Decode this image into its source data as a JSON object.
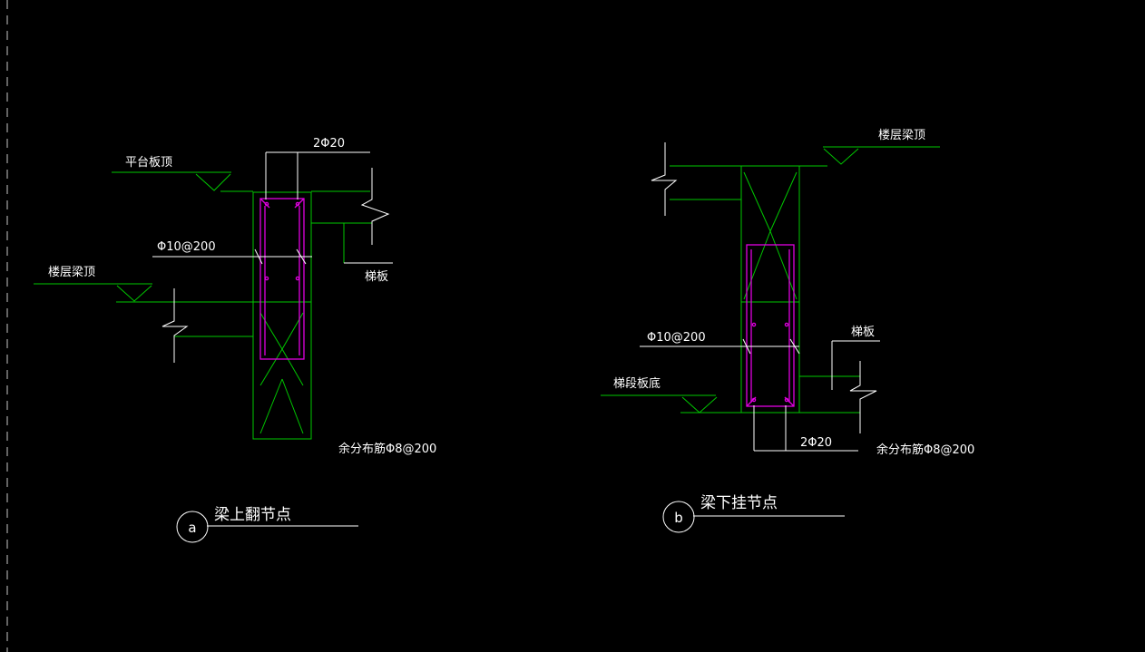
{
  "colors": {
    "background": "#000000",
    "concrete": "#00c800",
    "rebar": "#e000e0",
    "annotation": "#ffffff",
    "dashed_border": "#c8c8c8"
  },
  "detail_a": {
    "circle_mark": "a",
    "title": "梁上翻节点",
    "label_platform_top": "平台板顶",
    "label_floor_beam_top": "楼层梁顶",
    "label_top_bars": "2Φ20",
    "label_stirrups": "Φ10@200",
    "label_stair_slab": "梯板",
    "label_distribution": "余分布筋Φ8@200"
  },
  "detail_b": {
    "circle_mark": "b",
    "title": "梁下挂节点",
    "label_floor_beam_top": "楼层梁顶",
    "label_stirrups": "Φ10@200",
    "label_stair_slab": "梯板",
    "label_flight_bottom": "梯段板底",
    "label_bottom_bars": "2Φ20",
    "label_distribution": "余分布筋Φ8@200"
  }
}
